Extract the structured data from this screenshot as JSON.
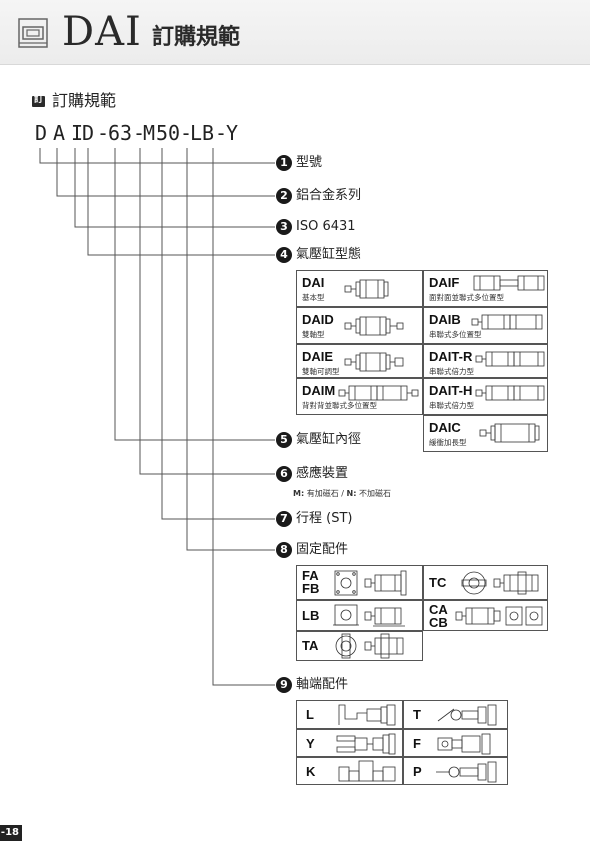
{
  "header": {
    "model": "DAI",
    "title": "訂購規範"
  },
  "section": {
    "icon_text": "訂",
    "title": "訂購規範"
  },
  "code": {
    "segments": [
      "D",
      "A",
      "I",
      "D",
      "-",
      "63",
      "-",
      "M",
      "50",
      "-",
      "LB",
      "-",
      "Y"
    ]
  },
  "items": [
    {
      "num": "1",
      "label": "型號"
    },
    {
      "num": "2",
      "label": "鋁合金系列"
    },
    {
      "num": "3",
      "label": "ISO 6431"
    },
    {
      "num": "4",
      "label": "氣壓缸型態"
    },
    {
      "num": "5",
      "label": "氣壓缸內徑"
    },
    {
      "num": "6",
      "label": "感應裝置"
    },
    {
      "num": "7",
      "label": "行程 (ST)"
    },
    {
      "num": "8",
      "label": "固定配件"
    },
    {
      "num": "9",
      "label": "軸端配件"
    }
  ],
  "sensor_note": {
    "m_code": "M:",
    "m_text": " 有加磁石 / ",
    "n_code": "N:",
    "n_text": " 不加磁石"
  },
  "types": [
    {
      "code": "DAI",
      "desc": "基本型"
    },
    {
      "code": "DAIF",
      "desc": "面對面並聯式多位置型"
    },
    {
      "code": "DAID",
      "desc": "雙軸型"
    },
    {
      "code": "DAIB",
      "desc": "串聯式多位置型"
    },
    {
      "code": "DAIE",
      "desc": "雙軸可調型"
    },
    {
      "code": "DAIT-R",
      "desc": "串聯式倍力型"
    },
    {
      "code": "DAIM",
      "desc": "背對背並聯式多位置型"
    },
    {
      "code": "DAIT-H",
      "desc": "串聯式倍力型"
    },
    {
      "code": "DAIC",
      "desc": "緩衝加長型"
    }
  ],
  "mounts": [
    {
      "code": "FA\nFB"
    },
    {
      "code": "TC"
    },
    {
      "code": "LB"
    },
    {
      "code": "CA\nCB"
    },
    {
      "code": "TA"
    }
  ],
  "rod_ends": [
    {
      "code": "L"
    },
    {
      "code": "T"
    },
    {
      "code": "Y"
    },
    {
      "code": "F"
    },
    {
      "code": "K"
    },
    {
      "code": "P"
    }
  ],
  "page": {
    "number": "-18"
  },
  "colors": {
    "connector": "#555555",
    "circle": "#1a1a1a",
    "header_bg": "#eeeeee"
  }
}
